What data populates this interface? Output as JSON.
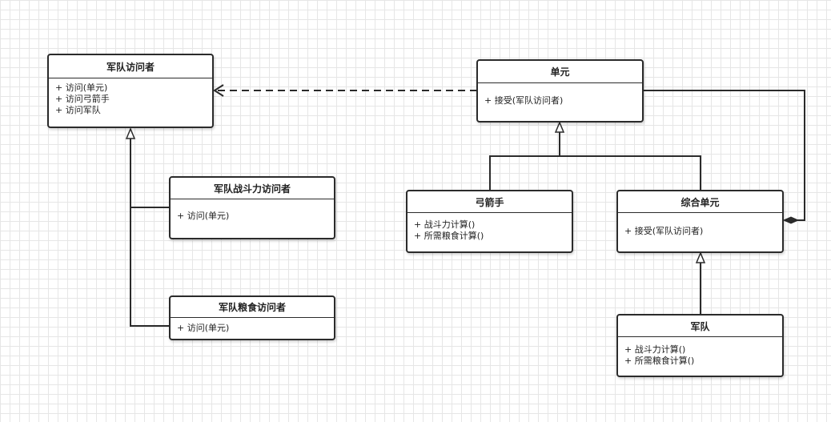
{
  "colors": {
    "stroke": "#2b2b2b",
    "background": "#ffffff",
    "grid": "#e6e6e6"
  },
  "classes": {
    "army_visitor": {
      "title": "军队访问者",
      "ops": [
        "+ 访问(单元)",
        "+ 访问弓箭手",
        "+ 访问军队"
      ]
    },
    "combat_visitor": {
      "title": "军队战斗力访问者",
      "ops": [
        "+ 访问(单元)"
      ]
    },
    "grain_visitor": {
      "title": "军队粮食访问者",
      "ops": [
        "+ 访问(单元)"
      ]
    },
    "unit": {
      "title": "单元",
      "ops": [
        "+ 接受(军队访问者)"
      ]
    },
    "archer": {
      "title": "弓箭手",
      "ops": [
        "+ 战斗力计算()",
        "+ 所需粮食计算()"
      ]
    },
    "composite_unit": {
      "title": "综合单元",
      "ops": [
        "+ 接受(军队访问者)"
      ]
    },
    "army": {
      "title": "军队",
      "ops": [
        "+ 战斗力计算()",
        "+ 所需粮食计算()"
      ]
    }
  },
  "relations": [
    {
      "from": "unit",
      "to": "army_visitor",
      "kind": "dependency"
    },
    {
      "from": "combat_visitor",
      "to": "army_visitor",
      "kind": "generalization"
    },
    {
      "from": "grain_visitor",
      "to": "army_visitor",
      "kind": "generalization"
    },
    {
      "from": "archer",
      "to": "unit",
      "kind": "generalization"
    },
    {
      "from": "composite_unit",
      "to": "unit",
      "kind": "generalization"
    },
    {
      "from": "army",
      "to": "composite_unit",
      "kind": "generalization"
    },
    {
      "from": "composite_unit",
      "to": "unit",
      "kind": "composition"
    }
  ]
}
